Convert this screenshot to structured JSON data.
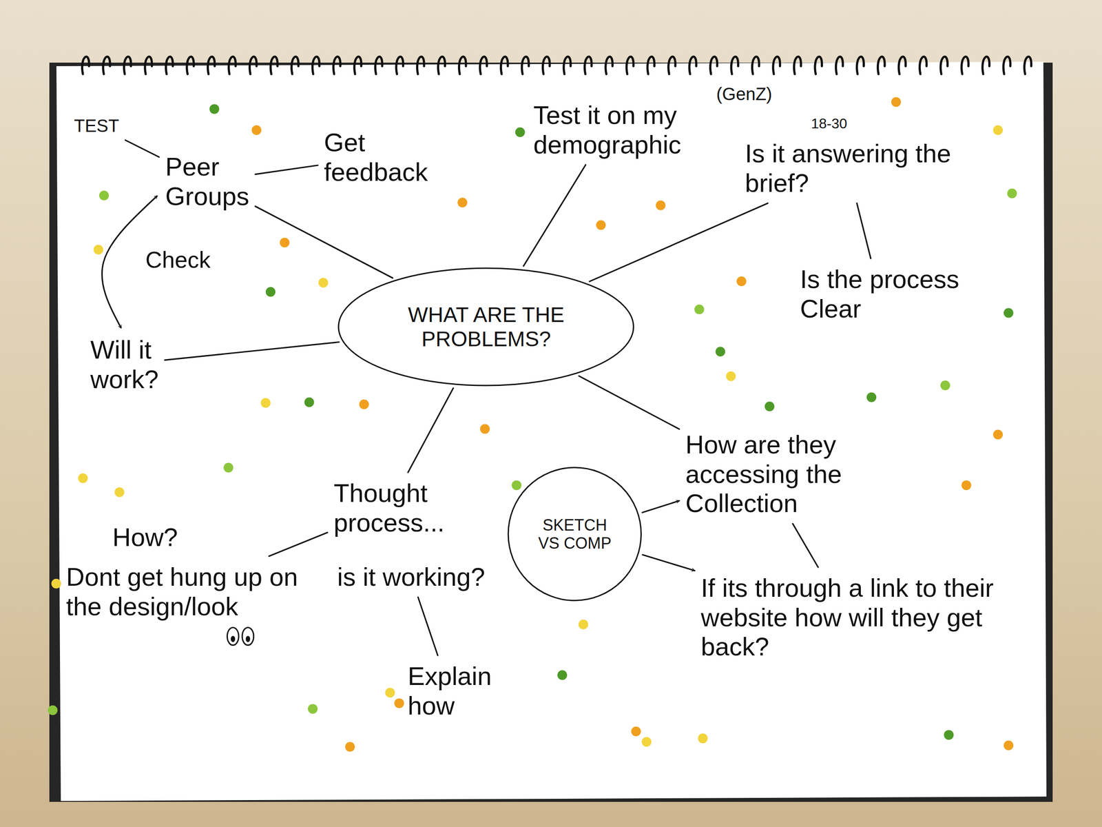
{
  "diagram": {
    "nodes": [
      {
        "text": [
          "WHAT ARE THE PROBLEMS?"
        ]
      },
      {
        "text": [
          "SKETCH VS COMP"
        ]
      }
    ],
    "labels": [
      "TEST",
      "Peer Groups",
      "Get feedback",
      "Check",
      "Will it work?",
      "Test it on my demographic",
      "(GenZ)",
      "18-30",
      "Is it answering the brief?",
      "Is the process Clear",
      "How?",
      "Thought process...",
      "is it working?",
      "Explain how",
      "Dont get hung up on the design/look",
      "How are they accessing the Collection",
      "If its through a link to their website how will they get back?"
    ]
  }
}
